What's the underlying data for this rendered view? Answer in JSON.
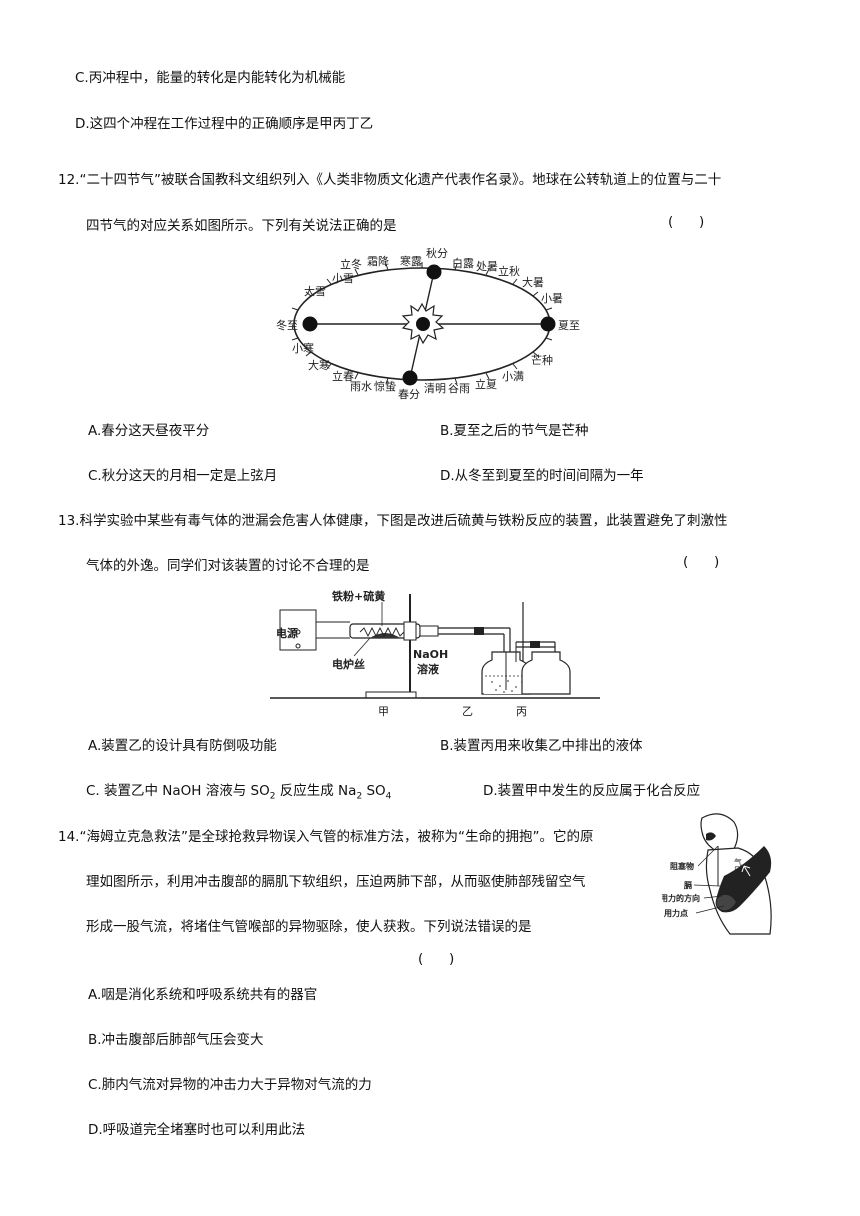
{
  "q11": {
    "optC": "C.丙冲程中，能量的转化是内能转化为机械能",
    "optD": "D.这四个冲程在工作过程中的正确顺序是甲丙丁乙"
  },
  "q12": {
    "line1": "12.“二十四节气”被联合国教科文组织列入《人类非物质文化遗产代表作名录》。地球在公转轨道上的位置与二十",
    "line2": "四节气的对应关系如图所示。下列有关说法正确的是",
    "paren": "(      )",
    "figure": {
      "terms": [
        "立冬",
        "霜降",
        "寒露",
        "秋分",
        "白露",
        "处暑",
        "立秋",
        "大暑",
        "小暑",
        "夏至",
        "芒种",
        "小满",
        "立夏",
        "谷雨",
        "清明",
        "春分",
        "惊蛰",
        "雨水",
        "立春",
        "大寒",
        "小寒",
        "冬至",
        "大雪",
        "小雪"
      ]
    },
    "optA": "A.春分这天昼夜平分",
    "optB": "B.夏至之后的节气是芒种",
    "optC": "C.秋分这天的月相一定是上弦月",
    "optD": "D.从冬至到夏至的时间间隔为一年"
  },
  "q13": {
    "line1": "13.科学实验中某些有毒气体的泄漏会危害人体健康，下图是改进后硫黄与铁粉反应的装置，此装置避免了刺激性",
    "line2": "气体的外逸。同学们对该装置的讨论不合理的是",
    "paren": "(      )",
    "figure": {
      "power": "电源",
      "iron": "铁粉+硫黄",
      "wire": "电炉丝",
      "naoh1": "NaOH",
      "naoh2": "溶液",
      "jia": "甲",
      "yi": "乙",
      "bing": "丙"
    },
    "optA": "A.装置乙的设计具有防倒吸功能",
    "optB": "B.装置丙用来收集乙中排出的液体",
    "optC": {
      "p1": "C.  装置乙中  NaOH 溶液与  SO",
      "s1": "2",
      "p2": "  反应生成 Na",
      "s2": "2",
      "p3": "  SO",
      "s3": "4"
    },
    "optD": "D.装置甲中发生的反应属于化合反应"
  },
  "q14": {
    "line1": "14.“海姆立克急救法”是全球抢救异物误入气管的标准方法，被称为“生命的拥抱”。它的原",
    "line2": "理如图所示，利用冲击腹部的膈肌下软组织，压迫两肺下部，从而驱使肺部残留空气",
    "line3": "形成一股气流，将堵住气管喉部的异物驱除，使人获救。下列说法错误的是",
    "paren": "(      )",
    "figure": {
      "blocker": "阻塞物",
      "diaphragm": "膈",
      "direction": "用力的方向",
      "point": "用力点",
      "pressure": "气压"
    },
    "optA": "A.咽是消化系统和呼吸系统共有的器官",
    "optB": "B.冲击腹部后肺部气压会变大",
    "optC": "C.肺内气流对异物的冲击力大于异物对气流的力",
    "optD": "D.呼吸道完全堵塞时也可以利用此法"
  }
}
